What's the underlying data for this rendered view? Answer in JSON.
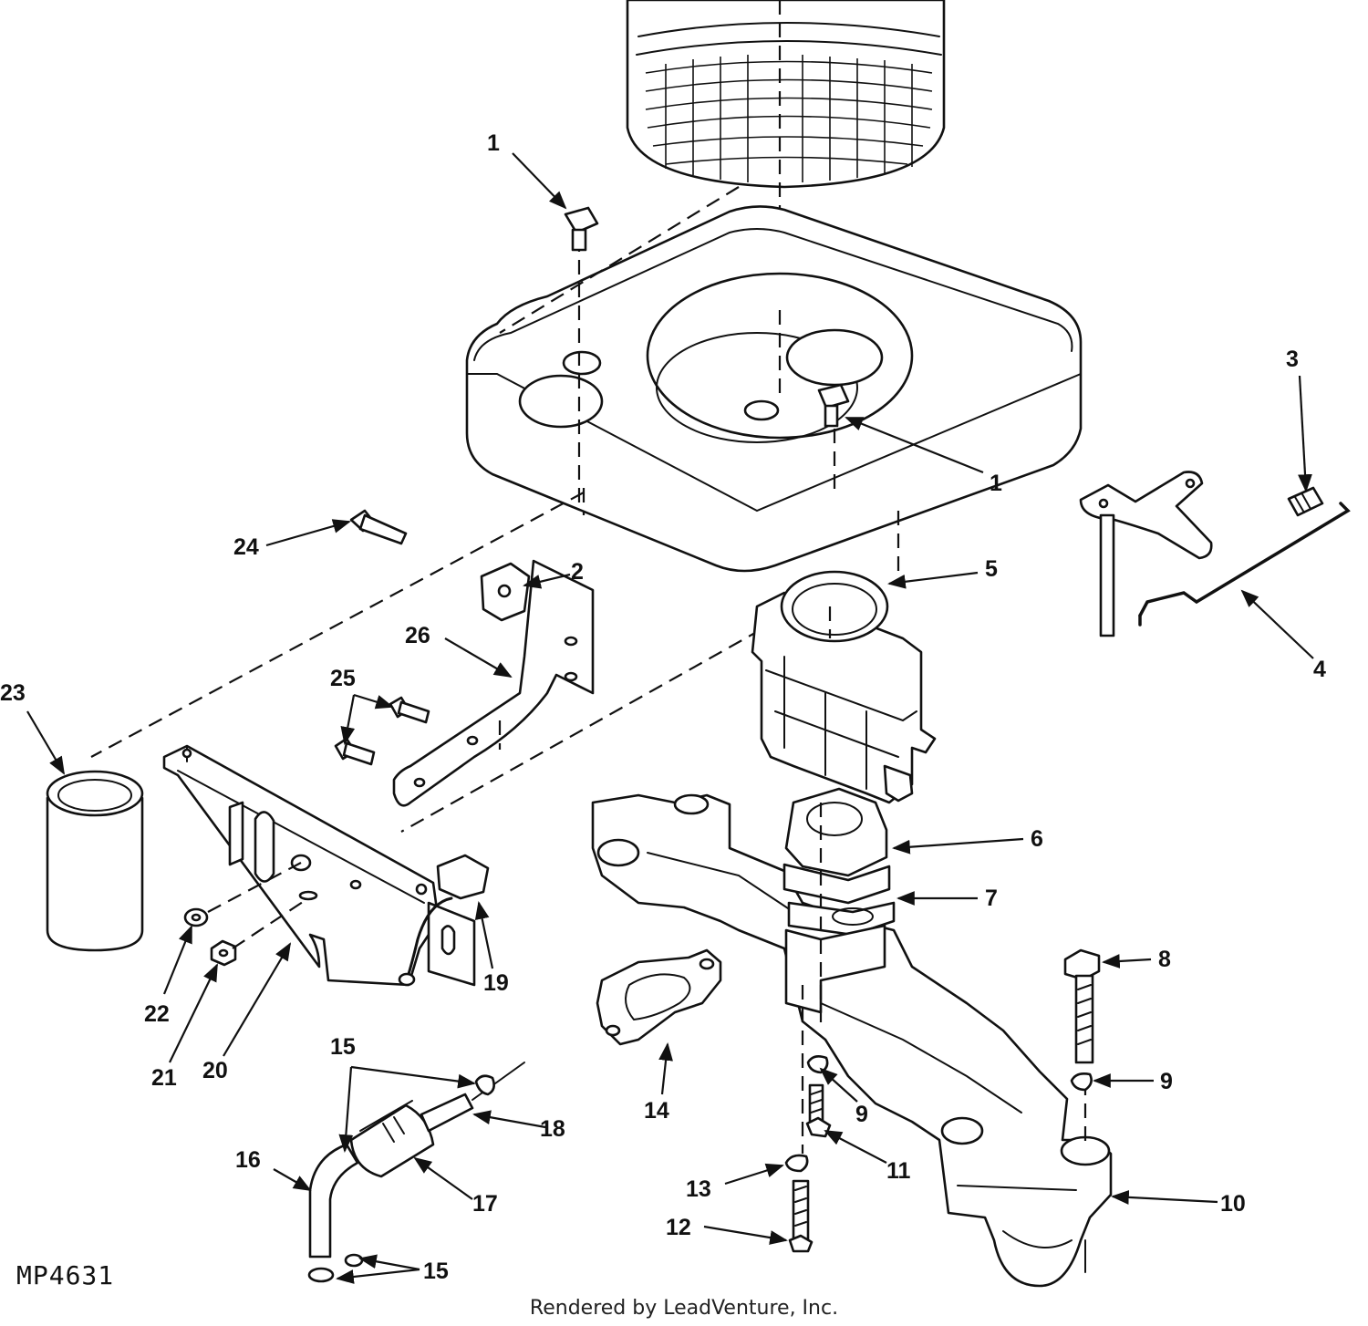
{
  "diagram": {
    "reference_code": "MP4631",
    "credit": "Rendered by LeadVenture, Inc.",
    "callouts": [
      {
        "id": "c1a",
        "label": "1"
      },
      {
        "id": "c1b",
        "label": "1"
      },
      {
        "id": "c2",
        "label": "2"
      },
      {
        "id": "c3",
        "label": "3"
      },
      {
        "id": "c4",
        "label": "4"
      },
      {
        "id": "c5",
        "label": "5"
      },
      {
        "id": "c6",
        "label": "6"
      },
      {
        "id": "c7",
        "label": "7"
      },
      {
        "id": "c8",
        "label": "8"
      },
      {
        "id": "c9a",
        "label": "9"
      },
      {
        "id": "c9b",
        "label": "9"
      },
      {
        "id": "c10",
        "label": "10"
      },
      {
        "id": "c11",
        "label": "11"
      },
      {
        "id": "c12",
        "label": "12"
      },
      {
        "id": "c13",
        "label": "13"
      },
      {
        "id": "c14",
        "label": "14"
      },
      {
        "id": "c15a",
        "label": "15"
      },
      {
        "id": "c15b",
        "label": "15"
      },
      {
        "id": "c16",
        "label": "16"
      },
      {
        "id": "c17",
        "label": "17"
      },
      {
        "id": "c18",
        "label": "18"
      },
      {
        "id": "c19",
        "label": "19"
      },
      {
        "id": "c20",
        "label": "20"
      },
      {
        "id": "c21",
        "label": "21"
      },
      {
        "id": "c22",
        "label": "22"
      },
      {
        "id": "c23",
        "label": "23"
      },
      {
        "id": "c24",
        "label": "24"
      },
      {
        "id": "c25",
        "label": "25"
      },
      {
        "id": "c26",
        "label": "26"
      }
    ]
  }
}
